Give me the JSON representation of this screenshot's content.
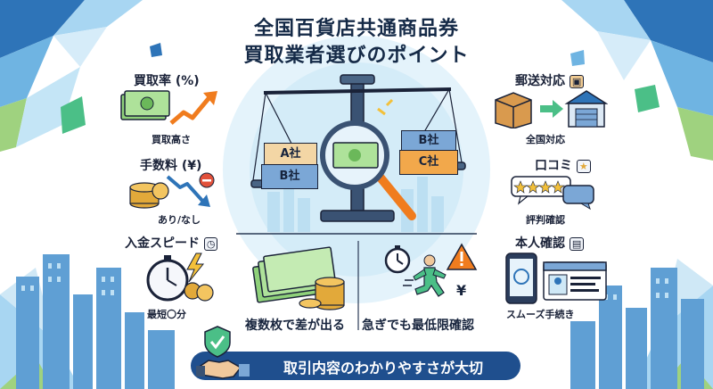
{
  "title": {
    "line1": "全国百貨店共通商品券",
    "line2": "買取業者選びのポイント"
  },
  "left": {
    "rate": {
      "label": "買取率 (%)",
      "caption": "買取高さ"
    },
    "fee": {
      "label": "手数料 (¥)",
      "caption": "あり/なし"
    },
    "speed": {
      "label": "入金スピード",
      "caption": "最短〇分"
    }
  },
  "right": {
    "shipping": {
      "label": "郵送対応",
      "caption": "全国対応"
    },
    "reviews": {
      "label": "口コミ",
      "caption": "評判確認"
    },
    "identity": {
      "label": "本人確認",
      "caption": "スムーズ手続き"
    }
  },
  "scale": {
    "left_top": "A社",
    "left_bottom": "B社",
    "right_top": "B社",
    "right_bottom": "C社"
  },
  "bottom": {
    "multi": "複数枚で差が出る",
    "urgent": "急ぎでも最低限確認",
    "yen": "¥"
  },
  "banner": {
    "text": "取引内容のわかりやすさが大切"
  },
  "colors": {
    "navy": "#1f4f8e",
    "orange": "#f07c1e",
    "green": "#8fd17a",
    "gold": "#e2a93a",
    "sky": "#cfe8f6"
  },
  "icons": [
    "trend-up-icon",
    "coins-icon",
    "trend-down-icon",
    "minus-badge-icon",
    "stopwatch-icon",
    "lightning-icon",
    "clock-icon",
    "package-icon",
    "warehouse-icon",
    "arrow-right-icon",
    "chat-bubble-icon",
    "star-icon",
    "smartphone-icon",
    "id-card-icon",
    "scale-icon",
    "magnifier-icon",
    "banknote-icon",
    "runner-icon",
    "warning-icon",
    "shield-check-icon",
    "handshake-icon"
  ]
}
